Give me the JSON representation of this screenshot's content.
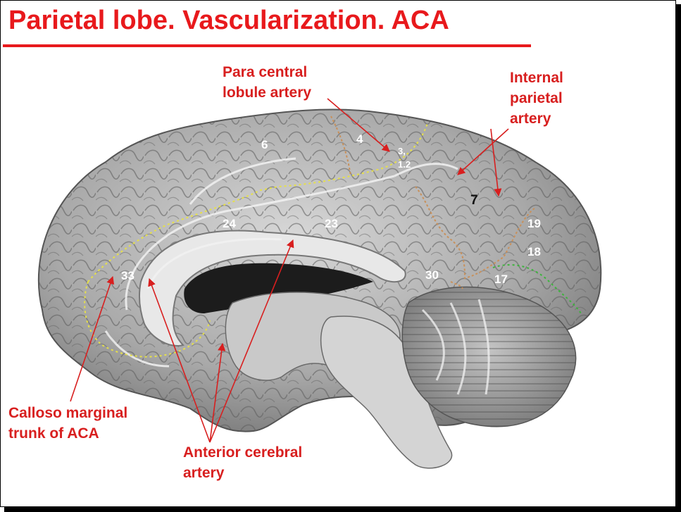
{
  "title": "Parietal lobe. Vascularization. ACA",
  "labels": {
    "paracentral_l1": "Para central",
    "paracentral_l2": "lobule artery",
    "internal_l1": "Internal",
    "internal_l2": "parietal",
    "internal_l3": "artery",
    "calloso_l1": "Calloso marginal",
    "calloso_l2": "trunk of ACA",
    "anterior_l1": "Anterior cerebral",
    "anterior_l2": "artery"
  },
  "areas": {
    "a6": "6",
    "a4": "4",
    "a3a": "3,",
    "a3b": "1.2",
    "a7": "7",
    "a24": "24",
    "a23": "23",
    "a33": "33",
    "a30": "30",
    "a19": "19",
    "a18": "18",
    "a17": "17"
  },
  "colors": {
    "title": "#e8191c",
    "labels": "#d81f1f",
    "border_yellow": "#e6e04a",
    "border_orange": "#c8905a",
    "border_green": "#3cb43c"
  }
}
